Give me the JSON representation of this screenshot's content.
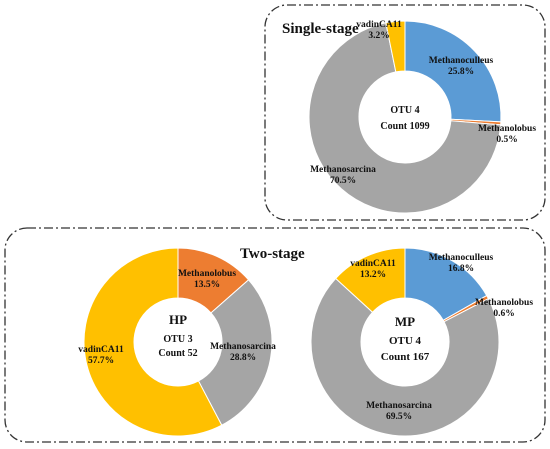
{
  "groups": [
    {
      "key": "single",
      "title": "Single-stage"
    },
    {
      "key": "two",
      "title": "Two-stage"
    }
  ],
  "chart_data": [
    {
      "type": "pie",
      "group": "Single-stage",
      "center_lines": [
        "OTU 4",
        "Count 1099"
      ],
      "slices": [
        {
          "name": "Methanoculleus",
          "value": 25.8,
          "label": "25.8%",
          "color": "#5b9bd5"
        },
        {
          "name": "Methanolobus",
          "value": 0.5,
          "label": "0.5%",
          "color": "#ed7d31"
        },
        {
          "name": "Methanosarcina",
          "value": 70.5,
          "label": "70.5%",
          "color": "#a5a5a5"
        },
        {
          "name": "vadinCA11",
          "value": 3.2,
          "label": "3.2%",
          "color": "#ffc000"
        }
      ]
    },
    {
      "type": "pie",
      "group": "Two-stage",
      "center_lines": [
        "HP",
        "OTU 3",
        "Count 52"
      ],
      "slices": [
        {
          "name": "Methanolobus",
          "value": 13.5,
          "label": "13.5%",
          "color": "#ed7d31"
        },
        {
          "name": "Methanosarcina",
          "value": 28.8,
          "label": "28.8%",
          "color": "#a5a5a5"
        },
        {
          "name": "vadinCA11",
          "value": 57.7,
          "label": "57.7%",
          "color": "#ffc000"
        }
      ]
    },
    {
      "type": "pie",
      "group": "Two-stage",
      "center_lines": [
        "MP",
        "OTU 4",
        "Count 167"
      ],
      "slices": [
        {
          "name": "Methanoculleus",
          "value": 16.8,
          "label": "16.8%",
          "color": "#5b9bd5"
        },
        {
          "name": "Methanolobus",
          "value": 0.6,
          "label": "0.6%",
          "color": "#ed7d31"
        },
        {
          "name": "Methanosarcina",
          "value": 69.5,
          "label": "69.5%",
          "color": "#a5a5a5"
        },
        {
          "name": "vadinCA11",
          "value": 13.2,
          "label": "13.2%",
          "color": "#ffc000"
        }
      ]
    }
  ]
}
